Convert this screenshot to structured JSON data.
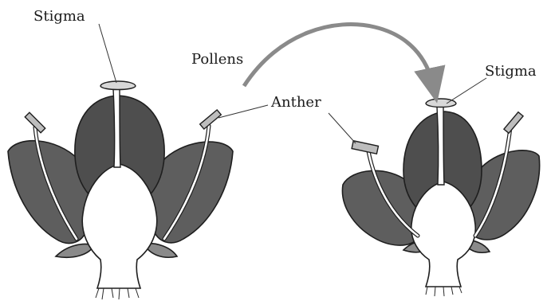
{
  "labels": {
    "stigma_left": "Stigma",
    "pollens": "Pollens",
    "anther": "Anther",
    "stigma_right": "Stigma"
  },
  "colors": {
    "petal": "#5e5e5e",
    "petal_dark": "#3c3c3c",
    "receptacle": "#ffffff",
    "arrow": "#8a8a8a",
    "outline": "#1e1e1e"
  }
}
